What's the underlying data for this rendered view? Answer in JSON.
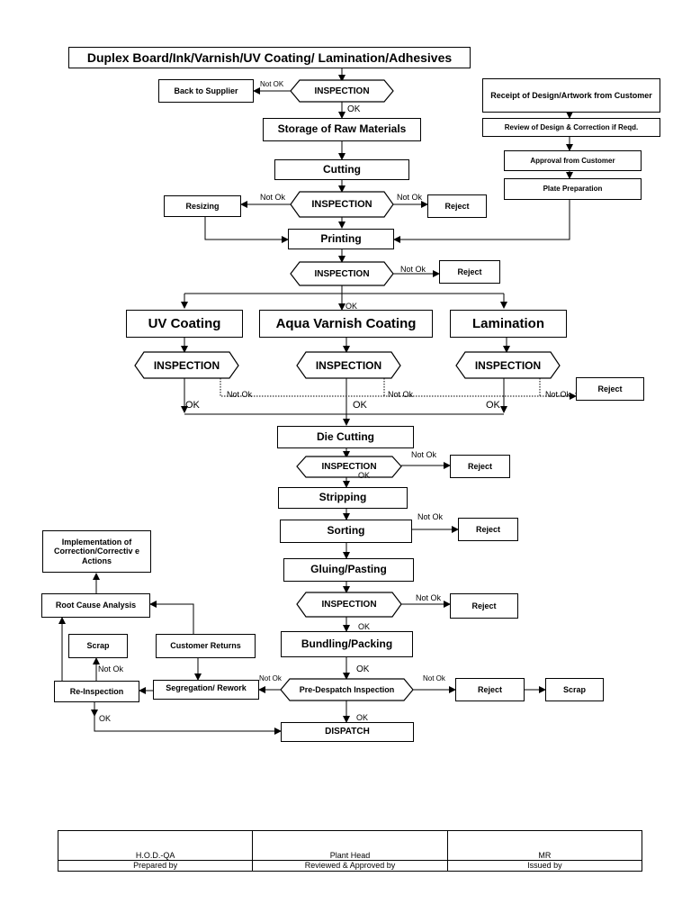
{
  "flowchart": {
    "raw_materials": "Duplex Board/Ink/Varnish/UV Coating/ Lamination/Adhesives",
    "back_to_supplier": "Back to Supplier",
    "inspection": "INSPECTION",
    "storage": "Storage of Raw Materials",
    "cutting": "Cutting",
    "resizing": "Resizing",
    "reject": "Reject",
    "printing": "Printing",
    "receipt_design": "Receipt of Design/Artwork from Customer",
    "review_design": "Review of Design & Correction if Reqd.",
    "approval": "Approval from Customer",
    "plate_prep": "Plate Preparation",
    "uv_coating": "UV Coating",
    "aqua_varnish": "Aqua Varnish Coating",
    "lamination": "Lamination",
    "die_cutting": "Die Cutting",
    "stripping": "Stripping",
    "sorting": "Sorting",
    "gluing": "Gluing/Pasting",
    "bundling": "Bundling/Packing",
    "pre_despatch": "Pre-Despatch Inspection",
    "dispatch": "DISPATCH",
    "scrap": "Scrap",
    "implementation": "Implementation of Correction/Correctiv e Actions",
    "root_cause": "Root Cause Analysis",
    "customer_returns": "Customer Returns",
    "reinspection": "Re-Inspection",
    "segregation": "Segregation/ Rework",
    "ok": "OK",
    "not_ok_upper": "Not OK",
    "not_ok": "Not Ok"
  },
  "footer": {
    "names": [
      "H.O.D.-QA",
      "Plant Head",
      "MR"
    ],
    "roles": [
      "Prepared by",
      "Reviewed & Approved by",
      "Issued by"
    ]
  }
}
